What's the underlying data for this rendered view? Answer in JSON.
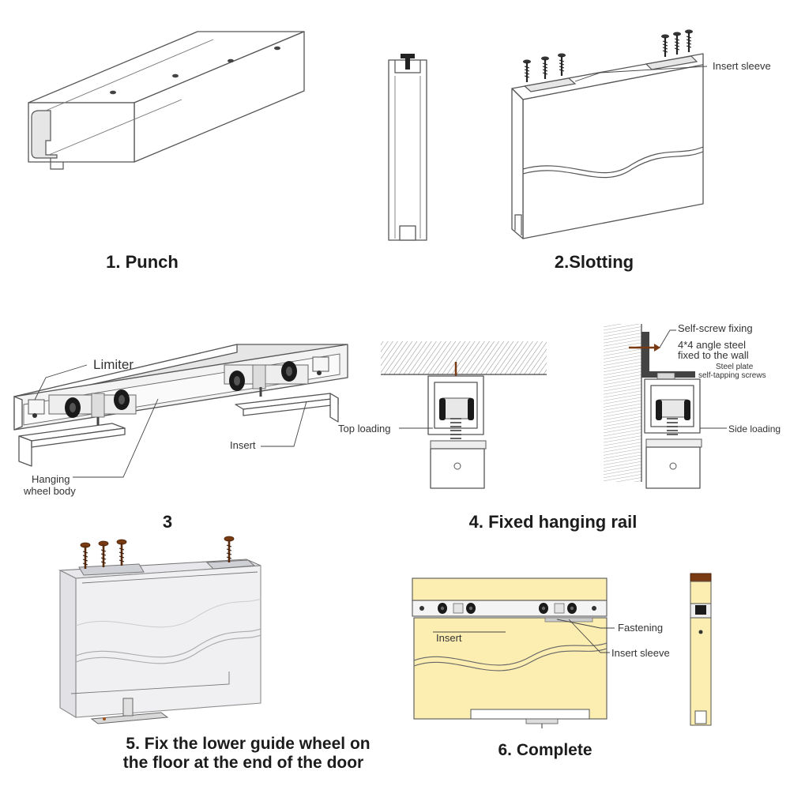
{
  "steps": [
    {
      "caption": "1. Punch"
    },
    {
      "caption": "2.Slotting",
      "labels": [
        "Insert sleeve"
      ]
    },
    {
      "caption": "3",
      "labels": [
        "Limiter",
        "Insert",
        "Hanging",
        "wheel body"
      ]
    },
    {
      "caption": "4. Fixed hanging rail",
      "labels": [
        "Top loading",
        "Self-screw fixing",
        "4*4 angle steel",
        "fixed to the wall",
        "Steel plate",
        "self-tapping screws",
        "Side loading"
      ]
    },
    {
      "caption_line1": "5. Fix the lower guide wheel on",
      "caption_line2": "the floor at the end of the door"
    },
    {
      "caption": "6. Complete",
      "labels": [
        "Fastening",
        "Insert",
        "Insert sleeve"
      ]
    }
  ],
  "colors": {
    "door_fill": "#fbeeb0",
    "line": "#555555",
    "screw": "#7a3b12",
    "ceiling_hatch": "#8a8a8a"
  }
}
